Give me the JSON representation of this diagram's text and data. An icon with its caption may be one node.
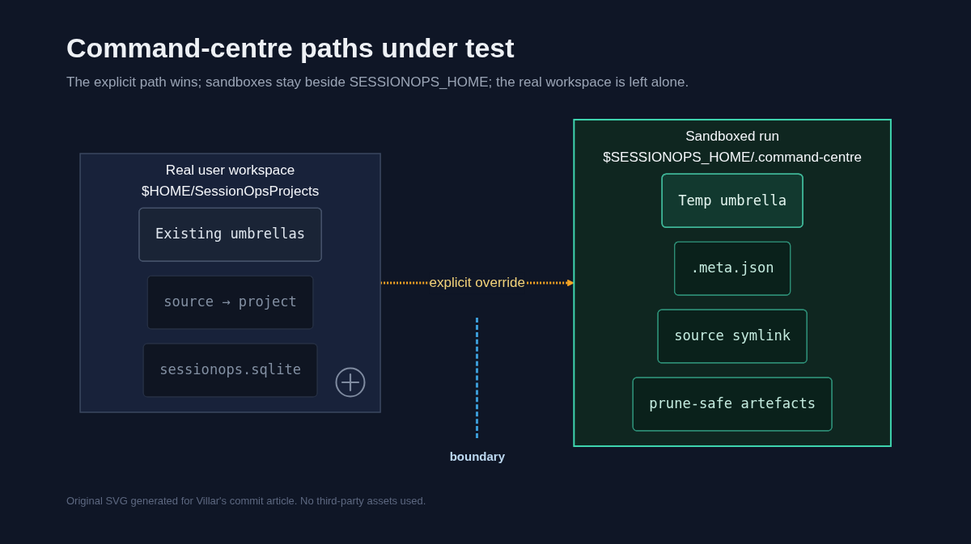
{
  "diagram": {
    "title": "Command-centre paths under test",
    "nodes": [
      {
        "text": [
          "Real user workspace",
          "$HOME/SessionOpsProjects"
        ]
      },
      {
        "text": [
          "Existing umbrellas"
        ],
        "in": 0
      },
      {
        "text": [
          "source → project"
        ],
        "in": 0
      },
      {
        "text": [
          "sessionops.sqlite"
        ],
        "in": 0
      },
      {
        "text": [
          "Sandboxed run",
          "$SESSIONOPS_HOME/.command-centre"
        ]
      },
      {
        "text": [
          "Temp umbrella"
        ],
        "in": 4
      },
      {
        "text": [
          ".meta.json"
        ],
        "in": 4
      },
      {
        "text": [
          "source symlink"
        ],
        "in": 4
      },
      {
        "text": [
          "prune-safe artefacts"
        ],
        "in": 4
      }
    ],
    "edges": [
      {
        "from": 0,
        "to": 4,
        "arrow": "to",
        "label": "explicit override",
        "style": "dashed",
        "color": "#f5a524"
      }
    ],
    "labels": [
      "The explicit path wins; sandboxes stay beside SESSIONOPS_HOME; the real workspace is left alone.",
      "boundary",
      "Original SVG generated for Villar's commit article. No third-party assets used."
    ]
  }
}
